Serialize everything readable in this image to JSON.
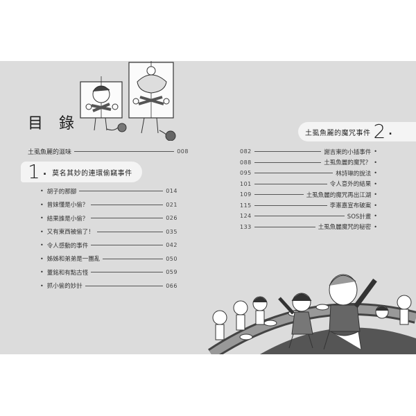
{
  "toc": {
    "title": "目 錄",
    "prologue": {
      "label": "土虱魚麗的滋味",
      "page": "008"
    },
    "chapters": [
      {
        "number": "1",
        "title": "莫名其妙的連環偷竊事件",
        "entries": [
          {
            "label": "胡子的那腳",
            "page": "014"
          },
          {
            "label": "曾妹懂是小偷？",
            "page": "021"
          },
          {
            "label": "結果誰是小偷？",
            "page": "026"
          },
          {
            "label": "又有東西被偷了！",
            "page": "035"
          },
          {
            "label": "令人感動的事件",
            "page": "042"
          },
          {
            "label": "姊姊和弟弟是一團亂",
            "page": "050"
          },
          {
            "label": "董銘和有點古怪",
            "page": "059"
          },
          {
            "label": "抓小偷的妙計",
            "page": "066"
          }
        ]
      },
      {
        "number": "2",
        "title": "土虱魚麗的魔咒事件",
        "entries": [
          {
            "label": "謝吉東的小插事件",
            "page": "082"
          },
          {
            "label": "土虱魚麗的魔咒？",
            "page": "088"
          },
          {
            "label": "林詩琳的說法",
            "page": "095"
          },
          {
            "label": "令人意外的結果",
            "page": "101"
          },
          {
            "label": "土虱魚麗的魔咒再出江湖",
            "page": "109"
          },
          {
            "label": "李憲嘉宣布破案",
            "page": "115"
          },
          {
            "label": "SOS計畫",
            "page": "124"
          },
          {
            "label": "土虱魚麗魔咒的秘密",
            "page": "133"
          }
        ]
      }
    ]
  },
  "illustrations": {
    "top": "two-children-holding-wanted-posters",
    "bottom": "cartoon-kids-kung-fu-pose-on-track"
  },
  "colors": {
    "page_bg": "#dcdcdc",
    "outer_bg": "#ffffff",
    "header_stroke": "#f4f4f4"
  }
}
